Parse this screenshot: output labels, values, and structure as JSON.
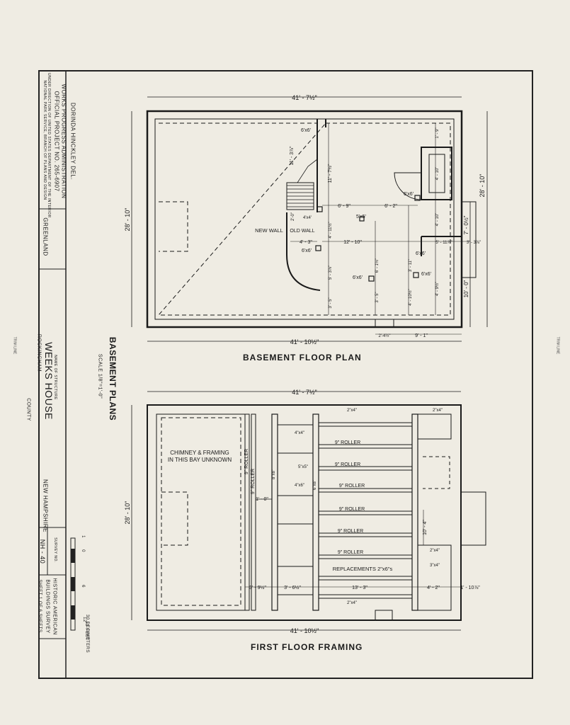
{
  "trim_line_label": "TRIM LINE",
  "title_block": {
    "delineator": "DORINDA HINCKLEY DEL.",
    "agency_1": "WORKS PROGRESS ADMINISTRATION",
    "agency_2": "OFFICIAL PROJECT NO. 265-6907",
    "agency_3": "UNDER DIRECTION OF UNITED STATES DEPARTMENT OF THE INTERIOR",
    "agency_4": "NATIONAL PARK SERVICE, BRANCH OF PLANS AND DESIGN",
    "town": "GREENLAND",
    "sheet_title": "BASEMENT PLANS",
    "scale": "SCALE 1/8\"=1'-0\"",
    "name_label": "NAME OF STRUCTURE",
    "structure_name": "WEEKS HOUSE",
    "county_1": "ROCKINGHAM",
    "county_2": "COUNTY",
    "state": "NEW HAMPSHIRE",
    "survey_label": "SURVEY NO.",
    "survey_no": "NH - 40",
    "program_1": "HISTORIC AMERICAN",
    "program_2": "BUILDINGS SURVEY",
    "sheet_count": "SHEET 1 OF 6 SHEETS",
    "scale_bar_feet": "12 FEET",
    "scale_bar_decimeters": "30 DECIMETERS",
    "scale_ticks": [
      "1",
      "0",
      "6",
      "12"
    ]
  },
  "basement_plan": {
    "title": "BASEMENT FLOOR PLAN",
    "dims": {
      "top_width": "41' - 7½\"",
      "bottom_width": "41' - 10½\"",
      "left_depth": "28' - 10\"",
      "right_depth": "28' - 10\"",
      "right_upper": "7' - 0½\"",
      "right_lower": "10' - 0\"",
      "bottom_right": "9' - 1\"",
      "bottom_small": "2'-4½\"",
      "stair_height": "11' - 3⅞\"",
      "center_top": "11' - 7½\"",
      "row1_a": "6' - 9\"",
      "row1_b": "6' - 2\"",
      "row2_a": "4' - 3\"",
      "row2_b": "12' - 10\"",
      "row2_c": "5' - 11⅞\"",
      "row2_d": "3' - 3⅞\"",
      "v_a": "4' - 11½\"",
      "v_b": "5' - 3⅞\"",
      "v_c": "6' - 1½\"",
      "v_d": "3' - 5\"",
      "v_e": "3' - 5\"",
      "v_f": "4' - 10\"",
      "v_g": "4' - 10\"",
      "v_h": "3' - 11\"",
      "v_i": "4' - 10½\"",
      "v_j": "4' - 9½\"",
      "v_k": "1' - 9\""
    },
    "labels": {
      "beam_6x6_top": "6'x6'",
      "beam_6x6_right": "6'x6'",
      "post_5x5": "5'x5'",
      "post_4x4": "4'x4'",
      "post_6x6_left": "6'x6'",
      "post_6x6_center": "6'x6'",
      "post_6x6_right1": "6'x6'",
      "post_6x6_right2": "6'x6'",
      "new_wall": "NEW WALL",
      "old_wall": "OLD WALL",
      "stair_dim": "2'-0\""
    }
  },
  "framing_plan": {
    "title": "FIRST FLOOR FRAMING",
    "dims": {
      "top_width": "41' - 7½\"",
      "bottom_width": "41' - 10½\"",
      "left_depth": "28' - 10\"",
      "bottom_a": "3' - 9½\"",
      "bottom_b": "3' - 6½\"",
      "bottom_c": "13' - 3\"",
      "bottom_d": "4' - 2\"",
      "bottom_e": "1' - 10⅞\"",
      "right_v": "10' - 4\"",
      "left_small": "1' - 0\""
    },
    "labels": {
      "chimney_note_1": "CHIMNEY & FRAMING",
      "chimney_note_2": "IN THIS BAY UNKNOWN",
      "roller_1": "9\" ROLLER",
      "roller_2": "9\" ROLLER",
      "roller_3": "9\" ROLLER",
      "roller_4": "9\" ROLLER",
      "roller_5": "9\" ROLLER",
      "roller_6": "9\" ROLLER",
      "roller_v1": "9\" ROLLER",
      "roller_v2": "9\" ROLLER",
      "replacements": "REPLACEMENTS 2\"x6\"s",
      "size_2x4_top": "2\"x4\"",
      "size_2x4_bottom": "2\"x4\"",
      "size_2x4_r1": "2\"x4\"",
      "size_2x4_r2": "2\"x4\"",
      "size_4x4": "4\"x4\"",
      "size_5x5": "5\"x5\"",
      "size_4x6": "4\"x6\"",
      "size_8x8": "8\"x8\"",
      "size_6x8": "6\"x8\"",
      "size_3x4": "3\"x4\""
    }
  }
}
